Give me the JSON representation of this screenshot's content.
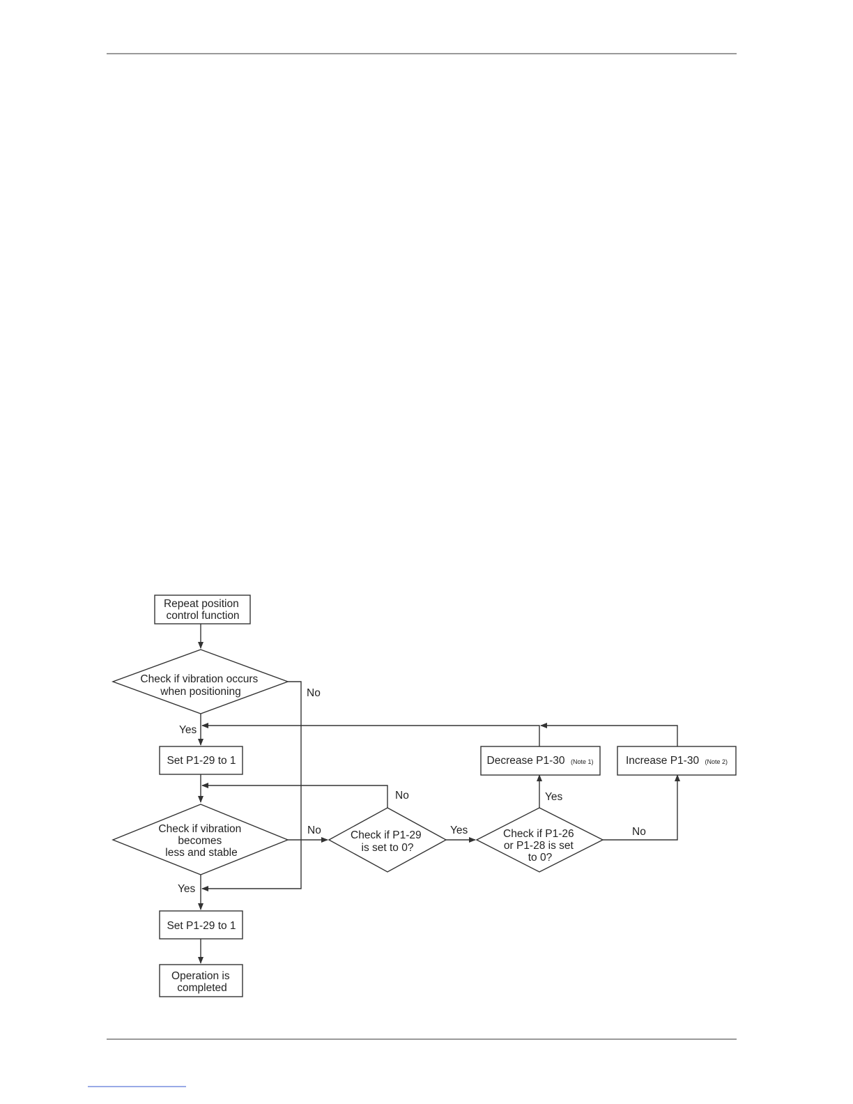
{
  "diagram": {
    "nodes": {
      "start": {
        "lines": [
          "Repeat position",
          "control function"
        ]
      },
      "check_vib": {
        "lines": [
          "Check if vibration occurs",
          "when positioning"
        ]
      },
      "set_a": {
        "lines": [
          "Set P1-29 to 1"
        ]
      },
      "check_less": {
        "lines": [
          "Check if vibration",
          "becomes",
          "less and stable"
        ]
      },
      "check_p129": {
        "lines": [
          "Check if P1-29",
          "is set to 0?"
        ]
      },
      "check_p126": {
        "lines": [
          "Check if P1-26",
          "or P1-28 is set",
          "to 0?"
        ]
      },
      "decrease": {
        "label": "Decrease P1-30",
        "note": "(Note 1)"
      },
      "increase": {
        "label": "Increase P1-30",
        "note": "(Note 2)"
      },
      "set_b": {
        "lines": [
          "Set P1-29 to 1"
        ]
      },
      "done": {
        "lines": [
          "Operation is",
          "completed"
        ]
      }
    },
    "edge_labels": {
      "vib_no": "No",
      "vib_yes": "Yes",
      "p129_no": "No",
      "less_no": "No",
      "p129_yes": "Yes",
      "p126_yes": "Yes",
      "p126_no": "No",
      "less_yes": "Yes"
    }
  }
}
